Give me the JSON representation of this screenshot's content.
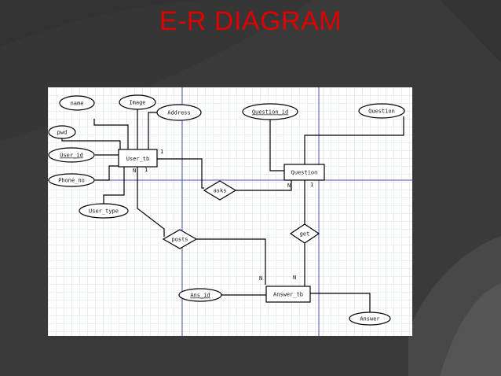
{
  "slide": {
    "title": "E-R DIAGRAM",
    "title_color": "#e00000",
    "background": "#3a3a3a"
  },
  "diagram": {
    "entities": {
      "user": "User_tb",
      "question": "Question",
      "answer": "Answer_tb"
    },
    "attributes": {
      "name": "name",
      "image": "Image",
      "address": "Address",
      "pwd": "pwd",
      "user_id": "User_id",
      "phone_no": "Phone_no",
      "user_type": "User_type",
      "question_id": "Question_id",
      "question": "Question",
      "ans_id": "Ans_id",
      "answer": "Answer"
    },
    "relationships": {
      "asks": "asks",
      "posts": "posts",
      "get": "get"
    },
    "cardinalities": {
      "user_asks": "1",
      "user_n": "N",
      "user_1": "1",
      "question_n": "N",
      "question_1": "1",
      "answer_n_posts": "N",
      "answer_n_get": "N"
    }
  }
}
